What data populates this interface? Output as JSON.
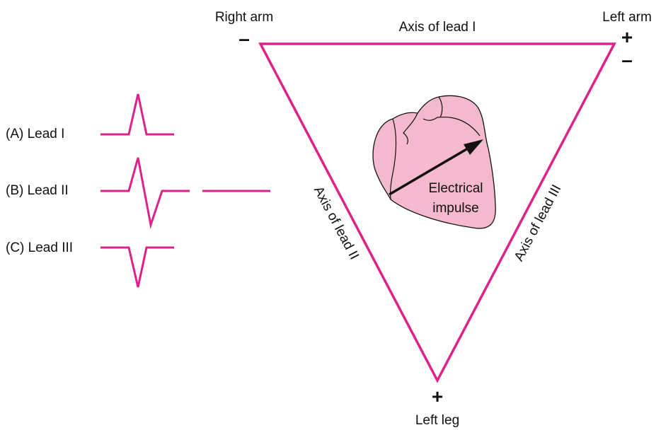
{
  "colors": {
    "line": "#e0218a",
    "heart_fill": "#f4b8cf",
    "heart_stroke": "#111111",
    "text": "#111111",
    "background": "#ffffff"
  },
  "vertices": {
    "right_arm": {
      "label": "Right arm",
      "sign": "–"
    },
    "left_arm": {
      "label": "Left arm",
      "sign_top": "+",
      "sign_bottom": "–"
    },
    "left_leg": {
      "label": "Left leg",
      "sign": "+"
    }
  },
  "axes": {
    "lead_1": "Axis of lead I",
    "lead_2": "Axis of lead II",
    "lead_3": "Axis of lead III"
  },
  "heart": {
    "label_line1": "Electrical",
    "label_line2": "impulse"
  },
  "leads": [
    {
      "label": "(A) Lead I"
    },
    {
      "label": "(B) Lead II"
    },
    {
      "label": "(C) Lead III"
    }
  ]
}
